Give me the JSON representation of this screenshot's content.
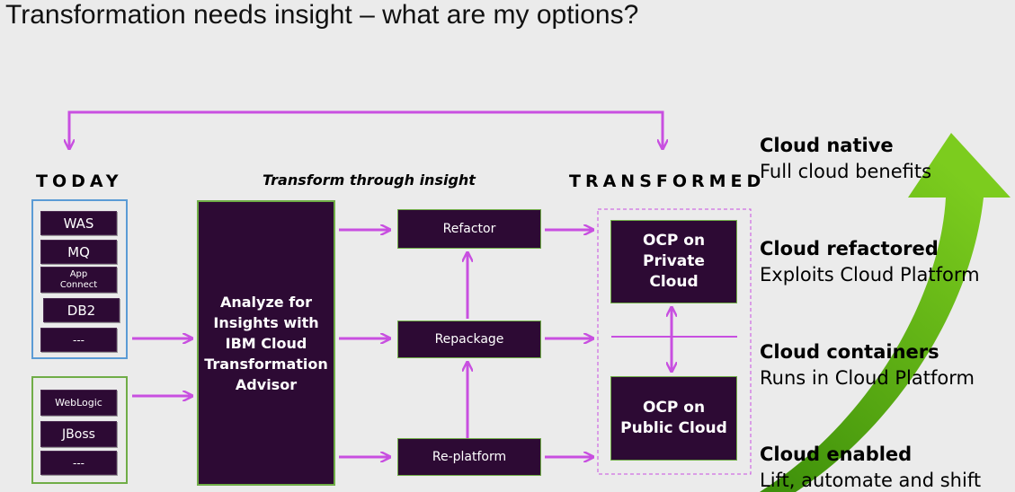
{
  "title": "Transformation needs insight – what are my options?",
  "today_heading": "TODAY",
  "transform_heading": "Transform through insight",
  "transformed_heading": "TRANSFORMED",
  "today_group1": [
    "WAS",
    "MQ",
    "App Connect",
    "DB2",
    "---"
  ],
  "today_group2": [
    "WebLogic",
    "JBoss",
    "---"
  ],
  "analyze_box": "Analyze for Insights with IBM Cloud Transformation Advisor",
  "options": {
    "refactor": "Refactor",
    "repackage": "Repackage",
    "replatform": "Re-platform"
  },
  "targets": {
    "private": "OCP on Private Cloud",
    "public": "OCP on Public Cloud"
  },
  "levels": [
    {
      "title": "Cloud native",
      "sub": "Full cloud benefits"
    },
    {
      "title": "Cloud refactored",
      "sub": "Exploits Cloud Platform"
    },
    {
      "title": "Cloud containers",
      "sub": "Runs in Cloud Platform"
    },
    {
      "title": "Cloud enabled",
      "sub": "Lift, automate and shift"
    }
  ],
  "colors": {
    "box_fill": "#2d0a34",
    "arrow": "#c84fe0",
    "group1_border": "#5b9bd5",
    "group2_border": "#70ad47",
    "big_arrow": "#66b814"
  }
}
